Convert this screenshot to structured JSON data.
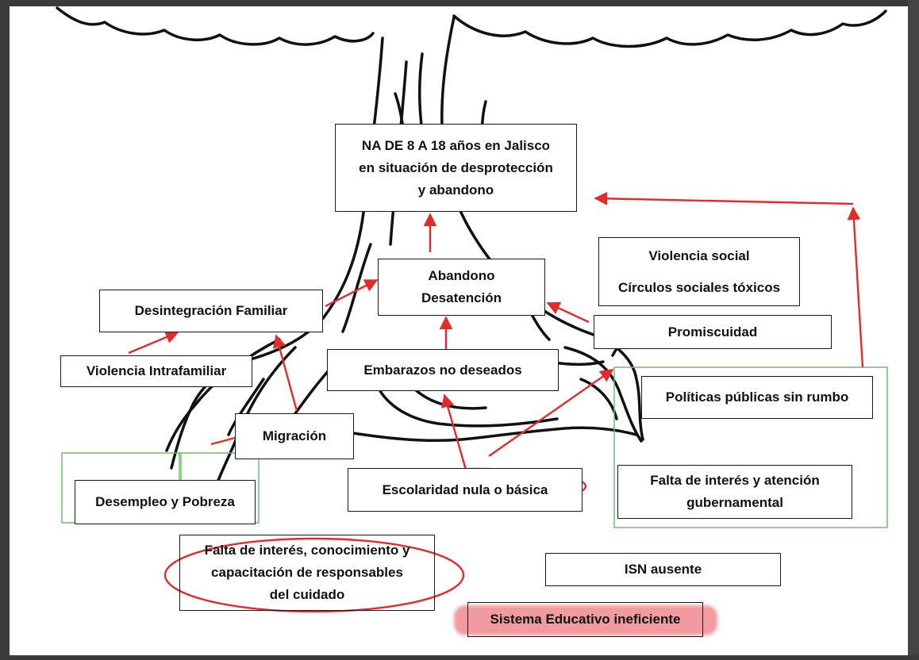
{
  "colors": {
    "arrow": "#e32b2b",
    "green_frame": "#6fbf6f",
    "ellipse": "#e32b2b",
    "highlight": "#ec7880",
    "page": "#ffffff",
    "chrome": "#3a3a3a"
  },
  "boxes": {
    "main": [
      "NA DE 8 A 18 años en Jalisco",
      "en situación de desprotección",
      "y abandono"
    ],
    "abandono": [
      "Abandono",
      "Desatención"
    ],
    "violencia_social": [
      "Violencia social",
      "Círculos sociales tóxicos"
    ],
    "promiscuidad": "Promiscuidad",
    "desintegracion": "Desintegración Familiar",
    "violencia_intrafamiliar": "Violencia Intrafamiliar",
    "embarazos": "Embarazos no deseados",
    "politicas": "Políticas públicas sin rumbo",
    "migracion": "Migración",
    "desempleo": "Desempleo y Pobreza",
    "escolaridad": "Escolaridad nula o básica",
    "falta_gubernamental": [
      "Falta de interés y atención",
      "gubernamental"
    ],
    "falta_cuidado": [
      "Falta de interés, conocimiento y",
      "capacitación de responsables",
      "del cuidado"
    ],
    "isn": "ISN ausente",
    "sistema": "Sistema Educativo ineficiente"
  }
}
